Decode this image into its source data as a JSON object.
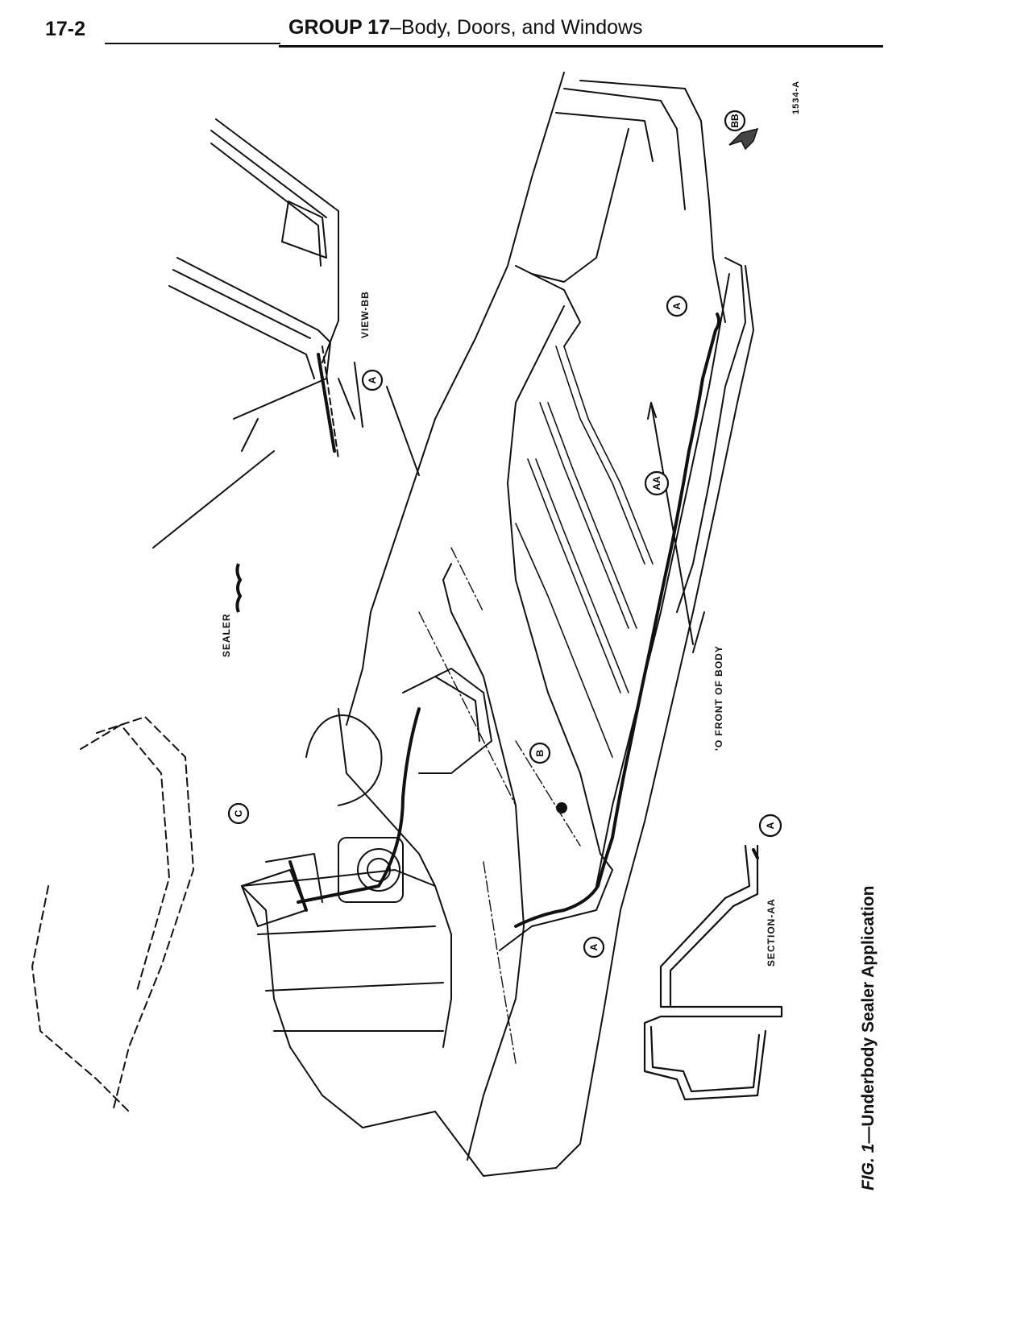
{
  "header": {
    "page_number": "17-2",
    "group_label": "GROUP 17",
    "title_rest": "–Body, Doors, and Windows"
  },
  "labels": {
    "view_bb": "VIEW-BB",
    "sealer": "SEALER",
    "to_front": "'O FRONT OF BODY",
    "section_aa": "SECTION-AA",
    "fig_code": "1534-A"
  },
  "callouts": {
    "a": "A",
    "aa": "AA",
    "b": "B",
    "c": "C",
    "bb": "BB"
  },
  "caption": {
    "fig_label": "FIG. 1",
    "fig_title": "—Underbody Sealer Application"
  },
  "colors": {
    "ink": "#111111",
    "paper": "#ffffff",
    "sealer_fill": "#111111"
  }
}
